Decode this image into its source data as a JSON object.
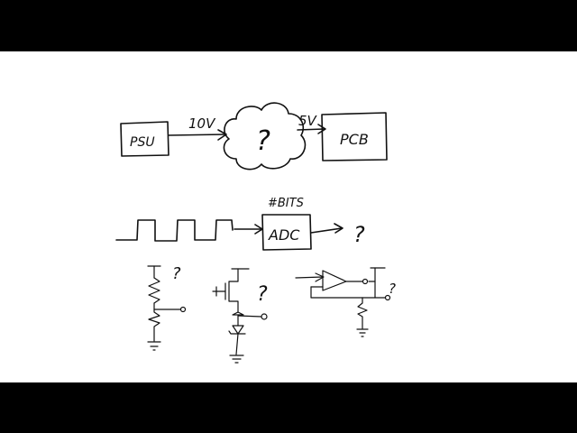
{
  "diagram": {
    "supply_chain": {
      "psu_label": "PSU",
      "input_voltage": "10V",
      "unknown_label": "?",
      "output_voltage": "5V",
      "pcb_label": "PCB"
    },
    "adc_chain": {
      "bits_label": "#BITS",
      "adc_label": "ADC",
      "output_label": "?"
    },
    "circuits": {
      "resistor_divider_question": "?",
      "mosfet_zener_question": "?",
      "opamp_question": "?"
    }
  }
}
